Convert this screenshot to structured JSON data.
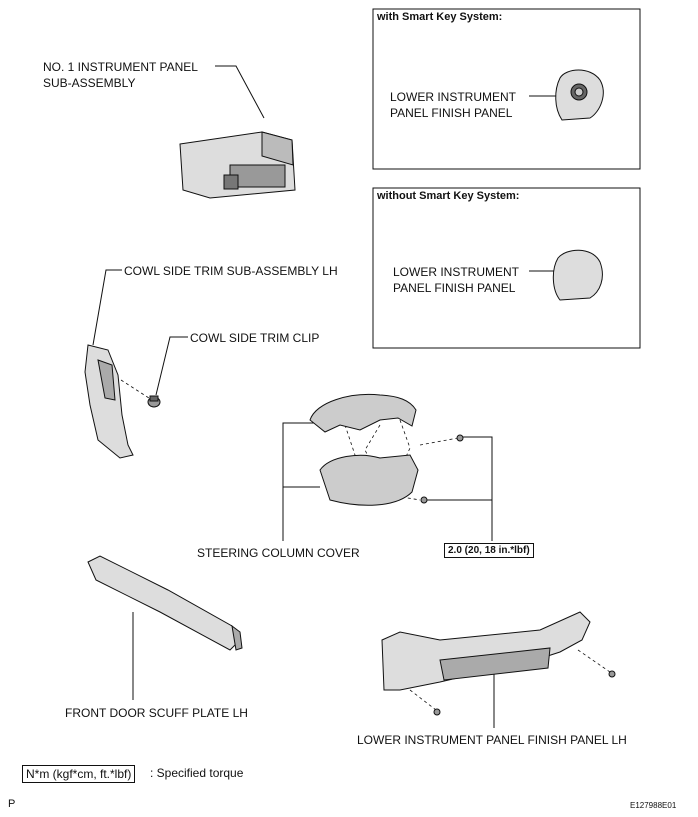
{
  "labels": {
    "panel_sub_assembly": [
      "NO. 1 INSTRUMENT PANEL",
      "SUB-ASSEMBLY"
    ],
    "cowl_side_trim": "COWL SIDE TRIM SUB-ASSEMBLY LH",
    "cowl_side_trim_clip": "COWL SIDE TRIM CLIP",
    "steering_column_cover": "STEERING COLUMN COVER",
    "front_door_scuff_plate": "FRONT DOOR SCUFF PLATE LH",
    "lower_finish_panel_lh": "LOWER INSTRUMENT PANEL FINISH PANEL LH"
  },
  "smart_key_box": {
    "title": "with Smart Key System:",
    "label": [
      "LOWER INSTRUMENT",
      "PANEL FINISH PANEL"
    ]
  },
  "no_smart_key_box": {
    "title": "without Smart Key System:",
    "label": [
      "LOWER INSTRUMENT",
      "PANEL FINISH PANEL"
    ]
  },
  "torque_spec": "2.0 (20, 18 in.*lbf)",
  "legend": {
    "box": "N*m (kgf*cm, ft.*lbf)",
    "text": ": Specified torque"
  },
  "footer": {
    "left": "P",
    "right": "E127988E01"
  }
}
